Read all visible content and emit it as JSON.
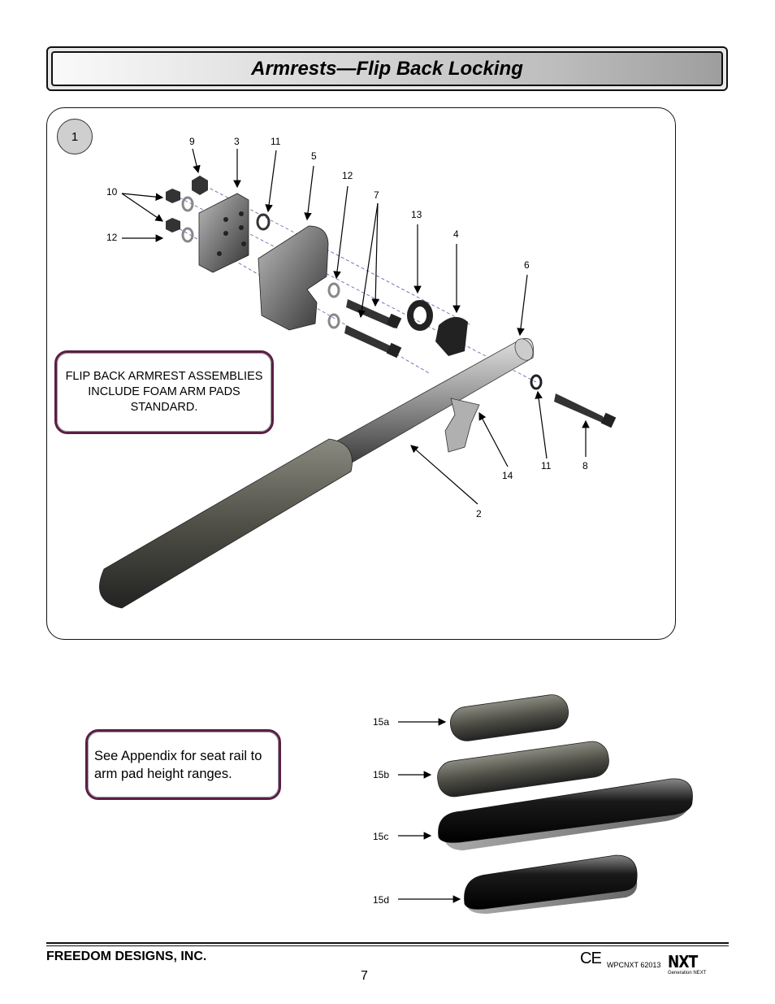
{
  "header": {
    "title": "Armrests—Flip Back Locking"
  },
  "figure": {
    "step_number": "1",
    "note": "FLIP BACK ARMREST ASSEMBLIES INCLUDE FOAM ARM PADS STANDARD.",
    "callouts": [
      "9",
      "3",
      "11",
      "5",
      "12",
      "7",
      "13",
      "4",
      "6",
      "10",
      "12",
      "14",
      "11",
      "8",
      "2"
    ]
  },
  "pads": {
    "note": "See Appendix for seat rail to arm pad height ranges.",
    "labels": [
      "15a",
      "15b",
      "15c",
      "15d"
    ]
  },
  "footer": {
    "company": "FREEDOM DESIGNS, INC.",
    "page": "7",
    "ce_mark": "CE",
    "doc_code": "WPCNXT 62013",
    "brand": "NXT",
    "brand_sub": "Generation NEXT"
  }
}
